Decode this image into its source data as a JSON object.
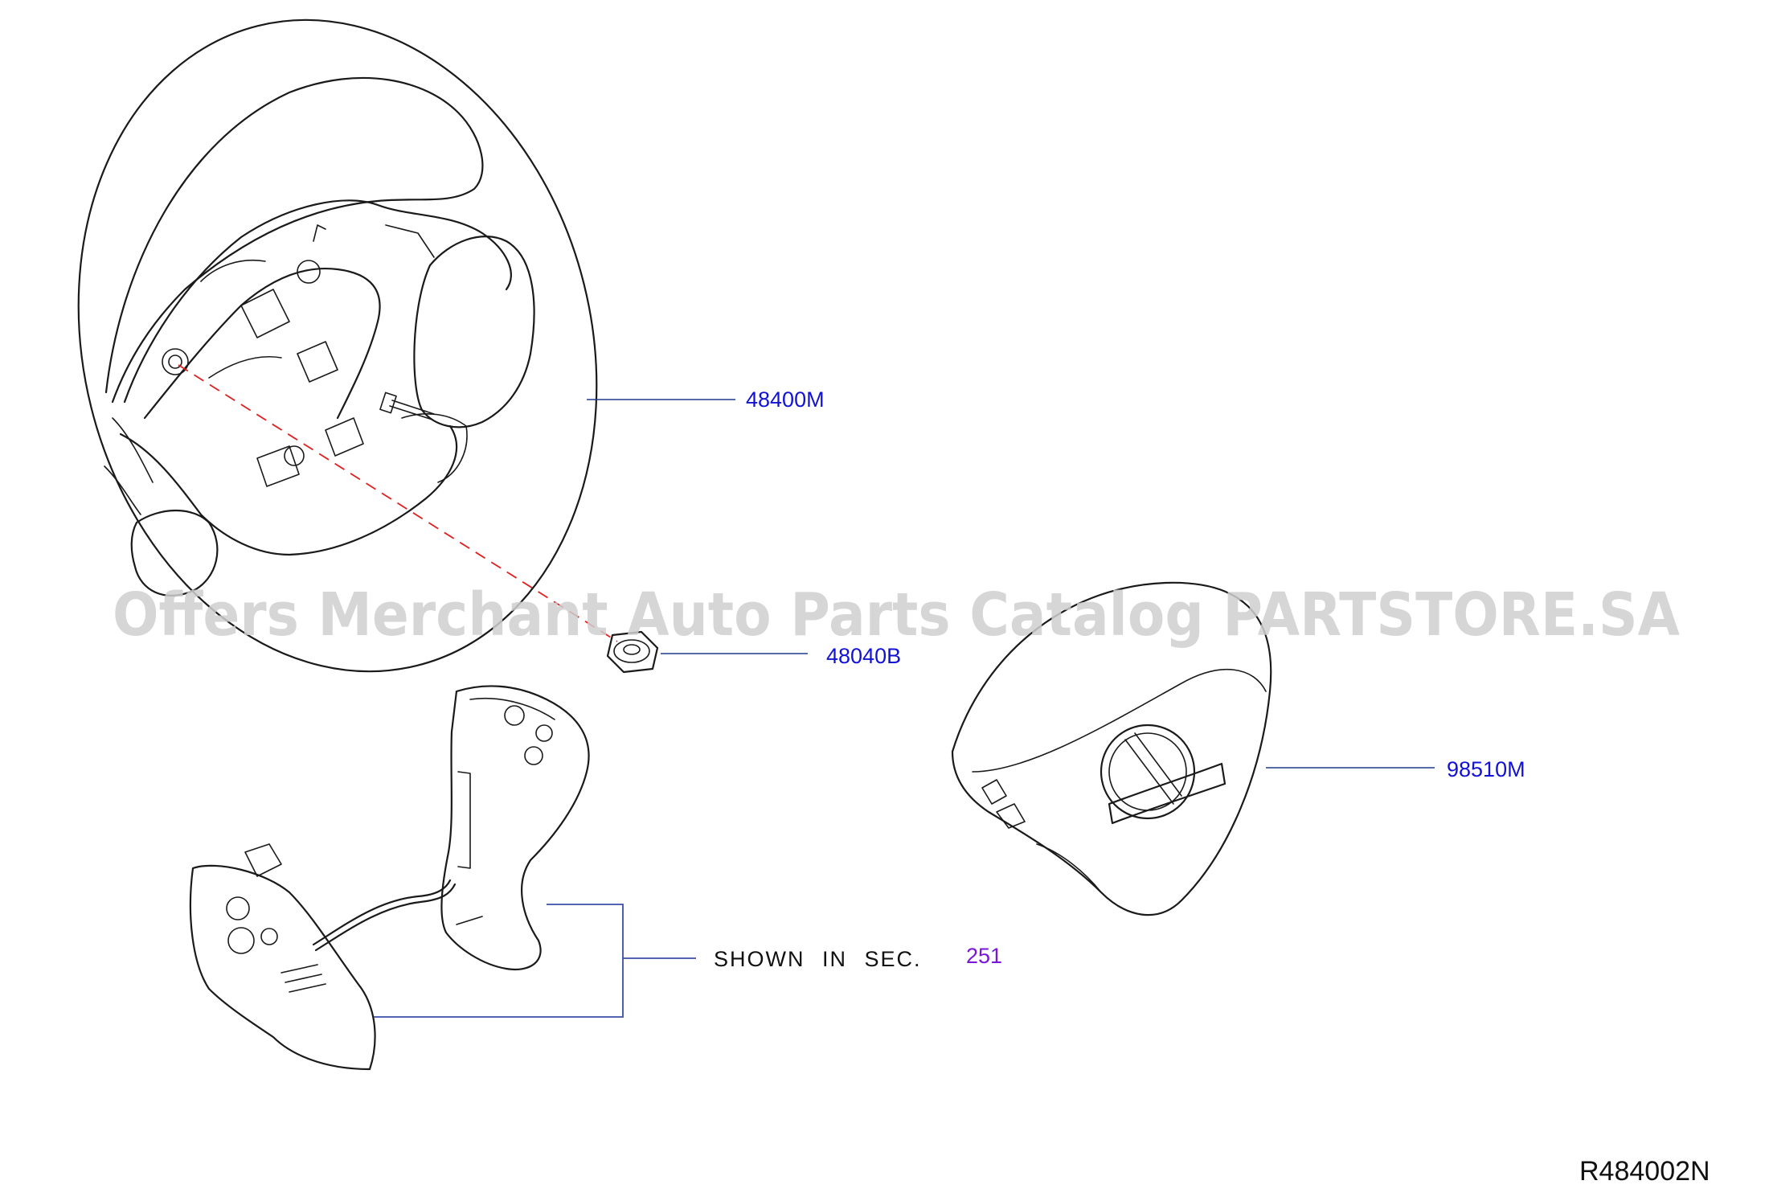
{
  "watermark": "Offers Merchant Auto Parts Catalog PARTSTORE.SA",
  "parts": [
    {
      "id": "steering-wheel",
      "label": "48400M"
    },
    {
      "id": "nut",
      "label": "48040B"
    },
    {
      "id": "airbag-module",
      "label": "98510M"
    }
  ],
  "note": {
    "text": "SHOWN IN SEC.",
    "section_ref": "251"
  },
  "diagram_code": "R484002N",
  "colors": {
    "callout": "#1212d6",
    "section_ref": "#7a16d6",
    "guide_dash": "#e02020",
    "watermark": "#cfcfcf"
  }
}
